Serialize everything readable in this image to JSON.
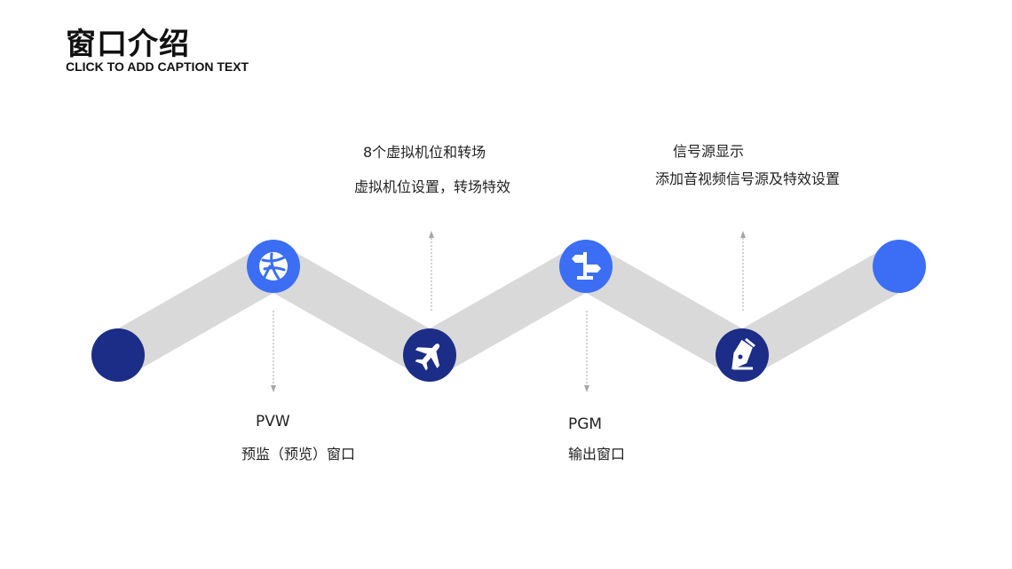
{
  "header": {
    "title": "窗口介绍",
    "caption": "CLICK TO ADD CAPTION TEXT"
  },
  "colors": {
    "dark": "#1b2d86",
    "blue": "#3b6ef5",
    "band": "#d9d9d9",
    "arrow": "#a6a6a6"
  },
  "nodes": [
    {
      "icon": "none",
      "color": "dark"
    },
    {
      "icon": "dribbble-icon",
      "color": "blue"
    },
    {
      "icon": "airplane-icon",
      "color": "dark"
    },
    {
      "icon": "signpost-icon",
      "color": "blue"
    },
    {
      "icon": "pen-nib-icon",
      "color": "dark"
    },
    {
      "icon": "none",
      "color": "blue"
    }
  ],
  "labels": [
    {
      "title": "PVW",
      "desc": "预监（预览）窗口"
    },
    {
      "title": "8个虚拟机位和转场",
      "desc": "虚拟机位设置，转场特效"
    },
    {
      "title": "PGM",
      "desc": "输出窗口"
    },
    {
      "title": "信号源显示",
      "desc": "添加音视频信号源及特效设置"
    }
  ]
}
